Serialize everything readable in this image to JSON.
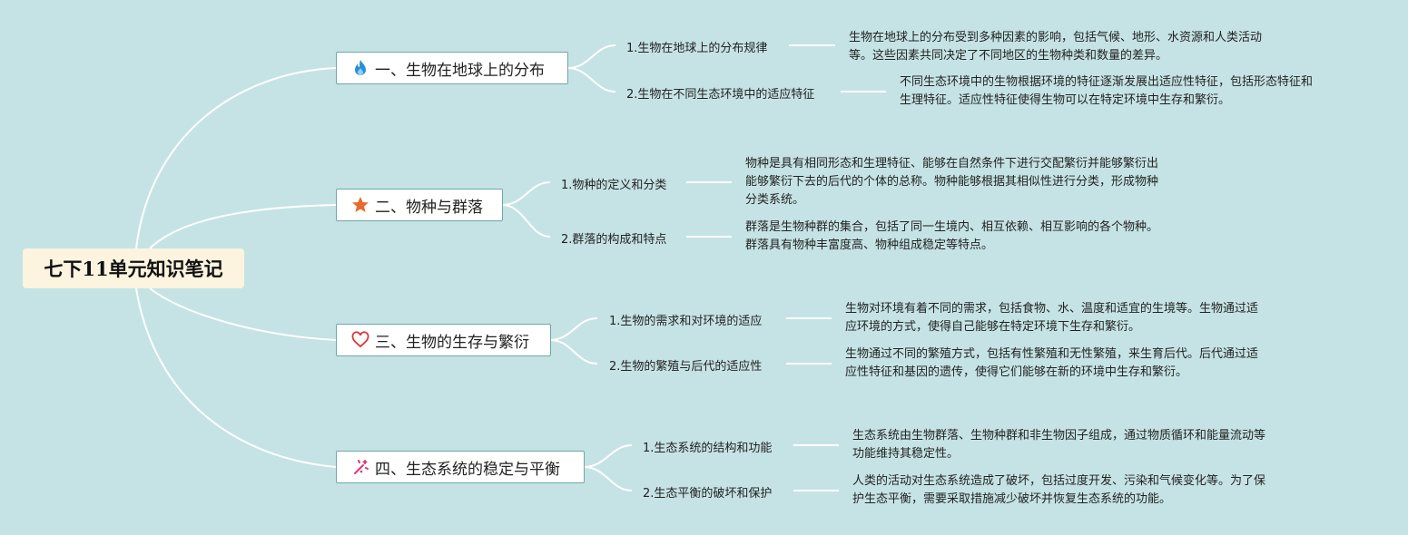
{
  "root": {
    "title": "七下11单元知识笔记"
  },
  "branches": [
    {
      "title": "一、生物在地球上的分布",
      "icon": "fire-icon",
      "topics": [
        {
          "label": "1.生物在地球上的分布规律",
          "lines": [
            "生物在地球上的分布受到多种因素的影响，包括气候、地形、水资源和人类活动",
            "等。这些因素共同决定了不同地区的生物种类和数量的差异。"
          ]
        },
        {
          "label": "2.生物在不同生态环境中的适应特征",
          "lines": [
            "不同生态环境中的生物根据环境的特征逐渐发展出适应性特征，包括形态特征和",
            "生理特征。适应性特征使得生物可以在特定环境中生存和繁衍。"
          ]
        }
      ]
    },
    {
      "title": "二、物种与群落",
      "icon": "star-icon",
      "topics": [
        {
          "label": "1.物种的定义和分类",
          "lines": [
            "物种是具有相同形态和生理特征、能够在自然条件下进行交配繁衍并能够繁衍出",
            "能够繁衍下去的后代的个体的总称。物种能够根据其相似性进行分类，形成物种",
            "分类系统。"
          ]
        },
        {
          "label": "2.群落的构成和特点",
          "lines": [
            "群落是生物种群的集合，包括了同一生境内、相互依赖、相互影响的各个物种。",
            "群落具有物种丰富度高、物种组成稳定等特点。"
          ]
        }
      ]
    },
    {
      "title": "三、生物的生存与繁衍",
      "icon": "heart-icon",
      "topics": [
        {
          "label": "1.生物的需求和对环境的适应",
          "lines": [
            "生物对环境有着不同的需求，包括食物、水、温度和适宜的生境等。生物通过适",
            "应环境的方式，使得自己能够在特定环境下生存和繁衍。"
          ]
        },
        {
          "label": "2.生物的繁殖与后代的适应性",
          "lines": [
            "生物通过不同的繁殖方式，包括有性繁殖和无性繁殖，来生育后代。后代通过适",
            "应性特征和基因的遗传，使得它们能够在新的环境中生存和繁衍。"
          ]
        }
      ]
    },
    {
      "title": "四、生态系统的稳定与平衡",
      "icon": "sparkle-icon",
      "topics": [
        {
          "label": "1.生态系统的结构和功能",
          "lines": [
            "生态系统由生物群落、生物种群和非生物因子组成，通过物质循环和能量流动等",
            "功能维持其稳定性。"
          ]
        },
        {
          "label": "2.生态平衡的破坏和保护",
          "lines": [
            "人类的活动对生态系统造成了破坏，包括过度开发、污染和气候变化等。为了保",
            "护生态平衡，需要采取措施减少破坏并恢复生态系统的功能。"
          ]
        }
      ]
    }
  ],
  "colors": {
    "background": "#c5e3e4",
    "root_fill": "#fdf4df",
    "node_border": "#6ea8a8",
    "connector": "#ffffff",
    "fire": "#2b8fd6",
    "star": "#e8692b",
    "heart": "#d83a3a",
    "sparkle": "#e0357a"
  }
}
